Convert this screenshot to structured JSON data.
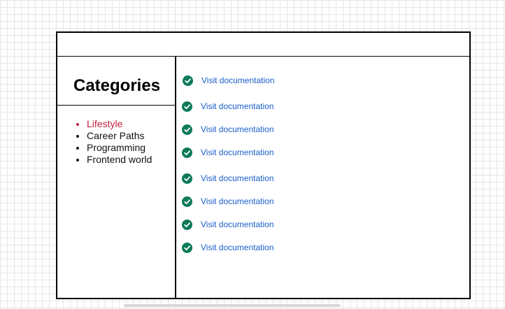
{
  "sidebar": {
    "heading": "Categories",
    "categories": [
      {
        "label": "Lifestyle",
        "active": true
      },
      {
        "label": "Career Paths",
        "active": false
      },
      {
        "label": "Programming",
        "active": false
      },
      {
        "label": "Frontend world",
        "active": false
      }
    ]
  },
  "main": {
    "links": [
      {
        "label": "Visit documentation",
        "icon": "check-circle-icon"
      },
      {
        "label": "Visit documentation",
        "icon": "check-circle-icon"
      },
      {
        "label": "Visit documentation",
        "icon": "check-circle-icon"
      },
      {
        "label": "Visit documentation",
        "icon": "check-circle-icon"
      },
      {
        "label": "Visit documentation",
        "icon": "check-circle-icon"
      },
      {
        "label": "Visit documentation",
        "icon": "check-circle-icon"
      },
      {
        "label": "Visit documentation",
        "icon": "check-circle-icon"
      },
      {
        "label": "Visit documentation",
        "icon": "check-circle-icon"
      }
    ]
  },
  "colors": {
    "active_category": "#c4203f",
    "link": "#1a5fc9",
    "check_icon": "#0e7a5a"
  }
}
